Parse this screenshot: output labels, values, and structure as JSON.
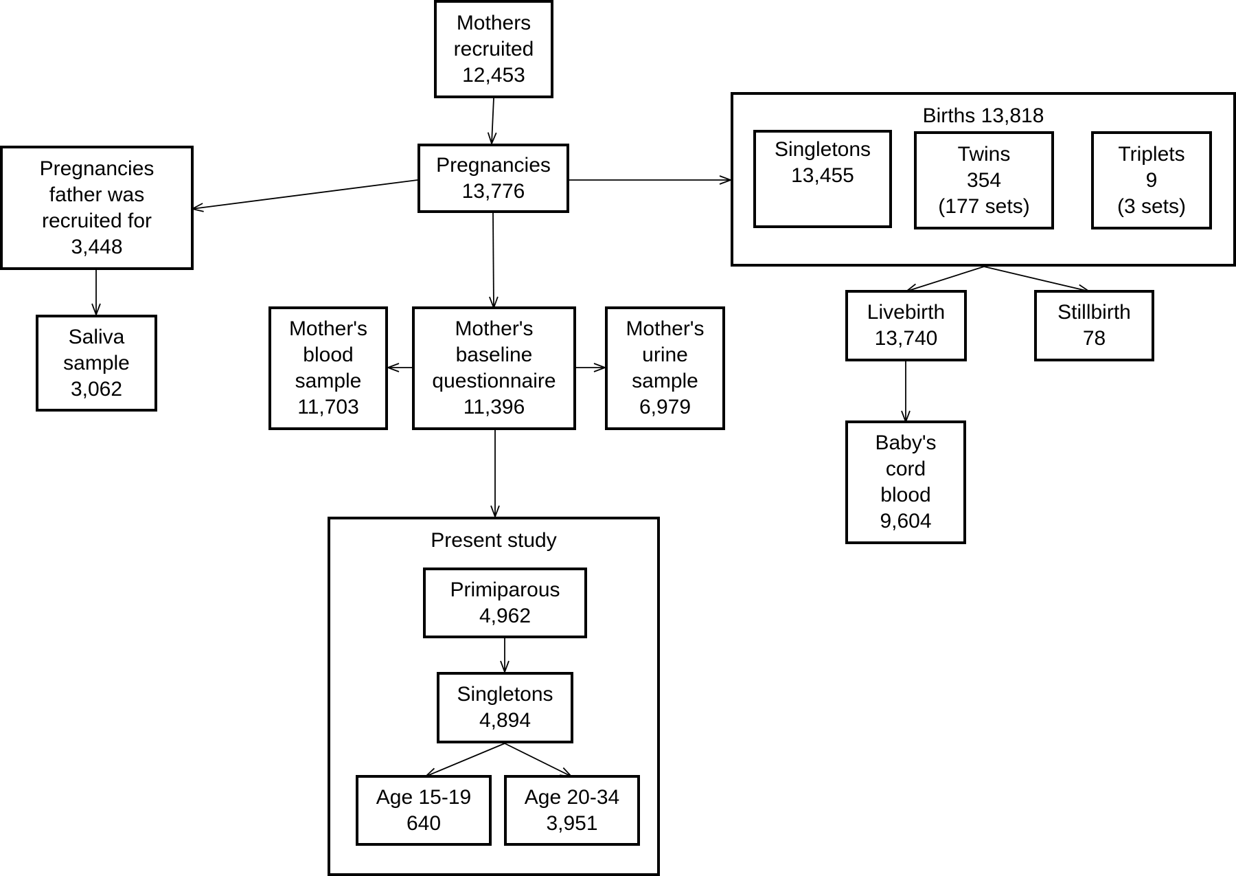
{
  "nodes": {
    "mothers_recruited": {
      "lines": [
        "Mothers",
        "recruited",
        "12,453"
      ]
    },
    "pregnancies": {
      "lines": [
        "Pregnancies",
        "13,776"
      ]
    },
    "pregnancies_father": {
      "lines": [
        "Pregnancies",
        "father was",
        "recruited for",
        "3,448"
      ]
    },
    "saliva": {
      "lines": [
        "Saliva",
        "sample",
        "3,062"
      ]
    },
    "mothers_blood": {
      "lines": [
        "Mother's",
        "blood",
        "sample",
        "11,703"
      ]
    },
    "baseline": {
      "lines": [
        "Mother's",
        "baseline",
        "questionnaire",
        "11,396"
      ]
    },
    "urine": {
      "lines": [
        "Mother's",
        "urine",
        "sample",
        "6,979"
      ]
    },
    "singletons_births": {
      "lines": [
        "Singletons",
        "13,455"
      ]
    },
    "twins": {
      "lines": [
        "Twins",
        "354",
        "(177 sets)"
      ]
    },
    "triplets": {
      "lines": [
        "Triplets",
        "9",
        "(3 sets)"
      ]
    },
    "livebirth": {
      "lines": [
        "Livebirth",
        "13,740"
      ]
    },
    "stillbirth": {
      "lines": [
        "Stillbirth",
        "78"
      ]
    },
    "cord_blood": {
      "lines": [
        "Baby's",
        "cord",
        "blood",
        "9,604"
      ]
    },
    "primiparous": {
      "lines": [
        "Primiparous",
        "4,962"
      ]
    },
    "singletons_study": {
      "lines": [
        "Singletons",
        "4,894"
      ]
    },
    "age_15_19": {
      "lines": [
        "Age 15-19",
        "640"
      ]
    },
    "age_20_34": {
      "lines": [
        "Age 20-34",
        "3,951"
      ]
    }
  },
  "groups": {
    "births": {
      "title": "Births 13,818"
    },
    "present_study": {
      "title": "Present study"
    }
  }
}
